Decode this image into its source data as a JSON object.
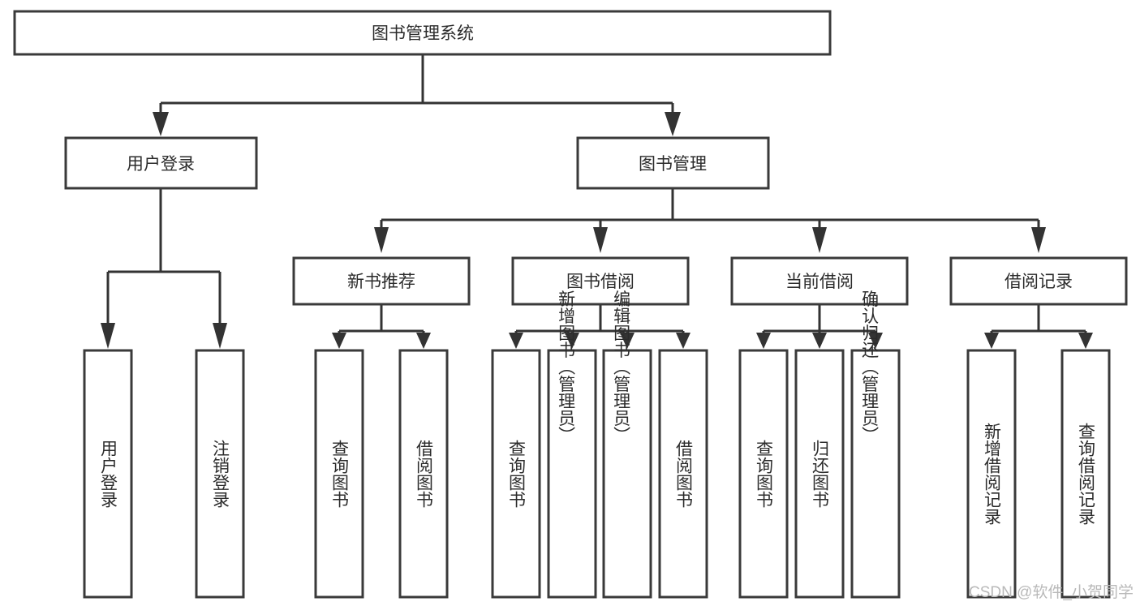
{
  "diagram": {
    "type": "tree-flowchart",
    "title": "图书管理系统",
    "root": {
      "label": "图书管理系统"
    },
    "level2": [
      {
        "label": "用户登录"
      },
      {
        "label": "图书管理"
      }
    ],
    "level3": [
      {
        "label": "新书推荐"
      },
      {
        "label": "图书借阅"
      },
      {
        "label": "当前借阅"
      },
      {
        "label": "借阅记录"
      }
    ],
    "leaves": {
      "user_login": [
        {
          "label": "用户登录"
        },
        {
          "label": "注销登录"
        }
      ],
      "new_book_recommend": [
        {
          "label": "查询图书"
        },
        {
          "label": "借阅图书"
        }
      ],
      "book_borrow": [
        {
          "label": "查询图书"
        },
        {
          "label": "新增图书（管理员）"
        },
        {
          "label": "编辑图书（管理员）"
        },
        {
          "label": "借阅图书"
        }
      ],
      "current_borrow": [
        {
          "label": "查询图书"
        },
        {
          "label": "归还图书"
        },
        {
          "label": "确认归还（管理员）"
        }
      ],
      "borrow_record": [
        {
          "label": "新增借阅记录"
        },
        {
          "label": "查询借阅记录"
        }
      ]
    }
  },
  "watermark": {
    "text": "CSDN @软件_小贺同学"
  },
  "colors": {
    "box_stroke": "#3a3a3a",
    "edge": "#333333",
    "text": "#2b2b2b",
    "background": "#ffffff",
    "watermark": "#b9b9b9"
  }
}
